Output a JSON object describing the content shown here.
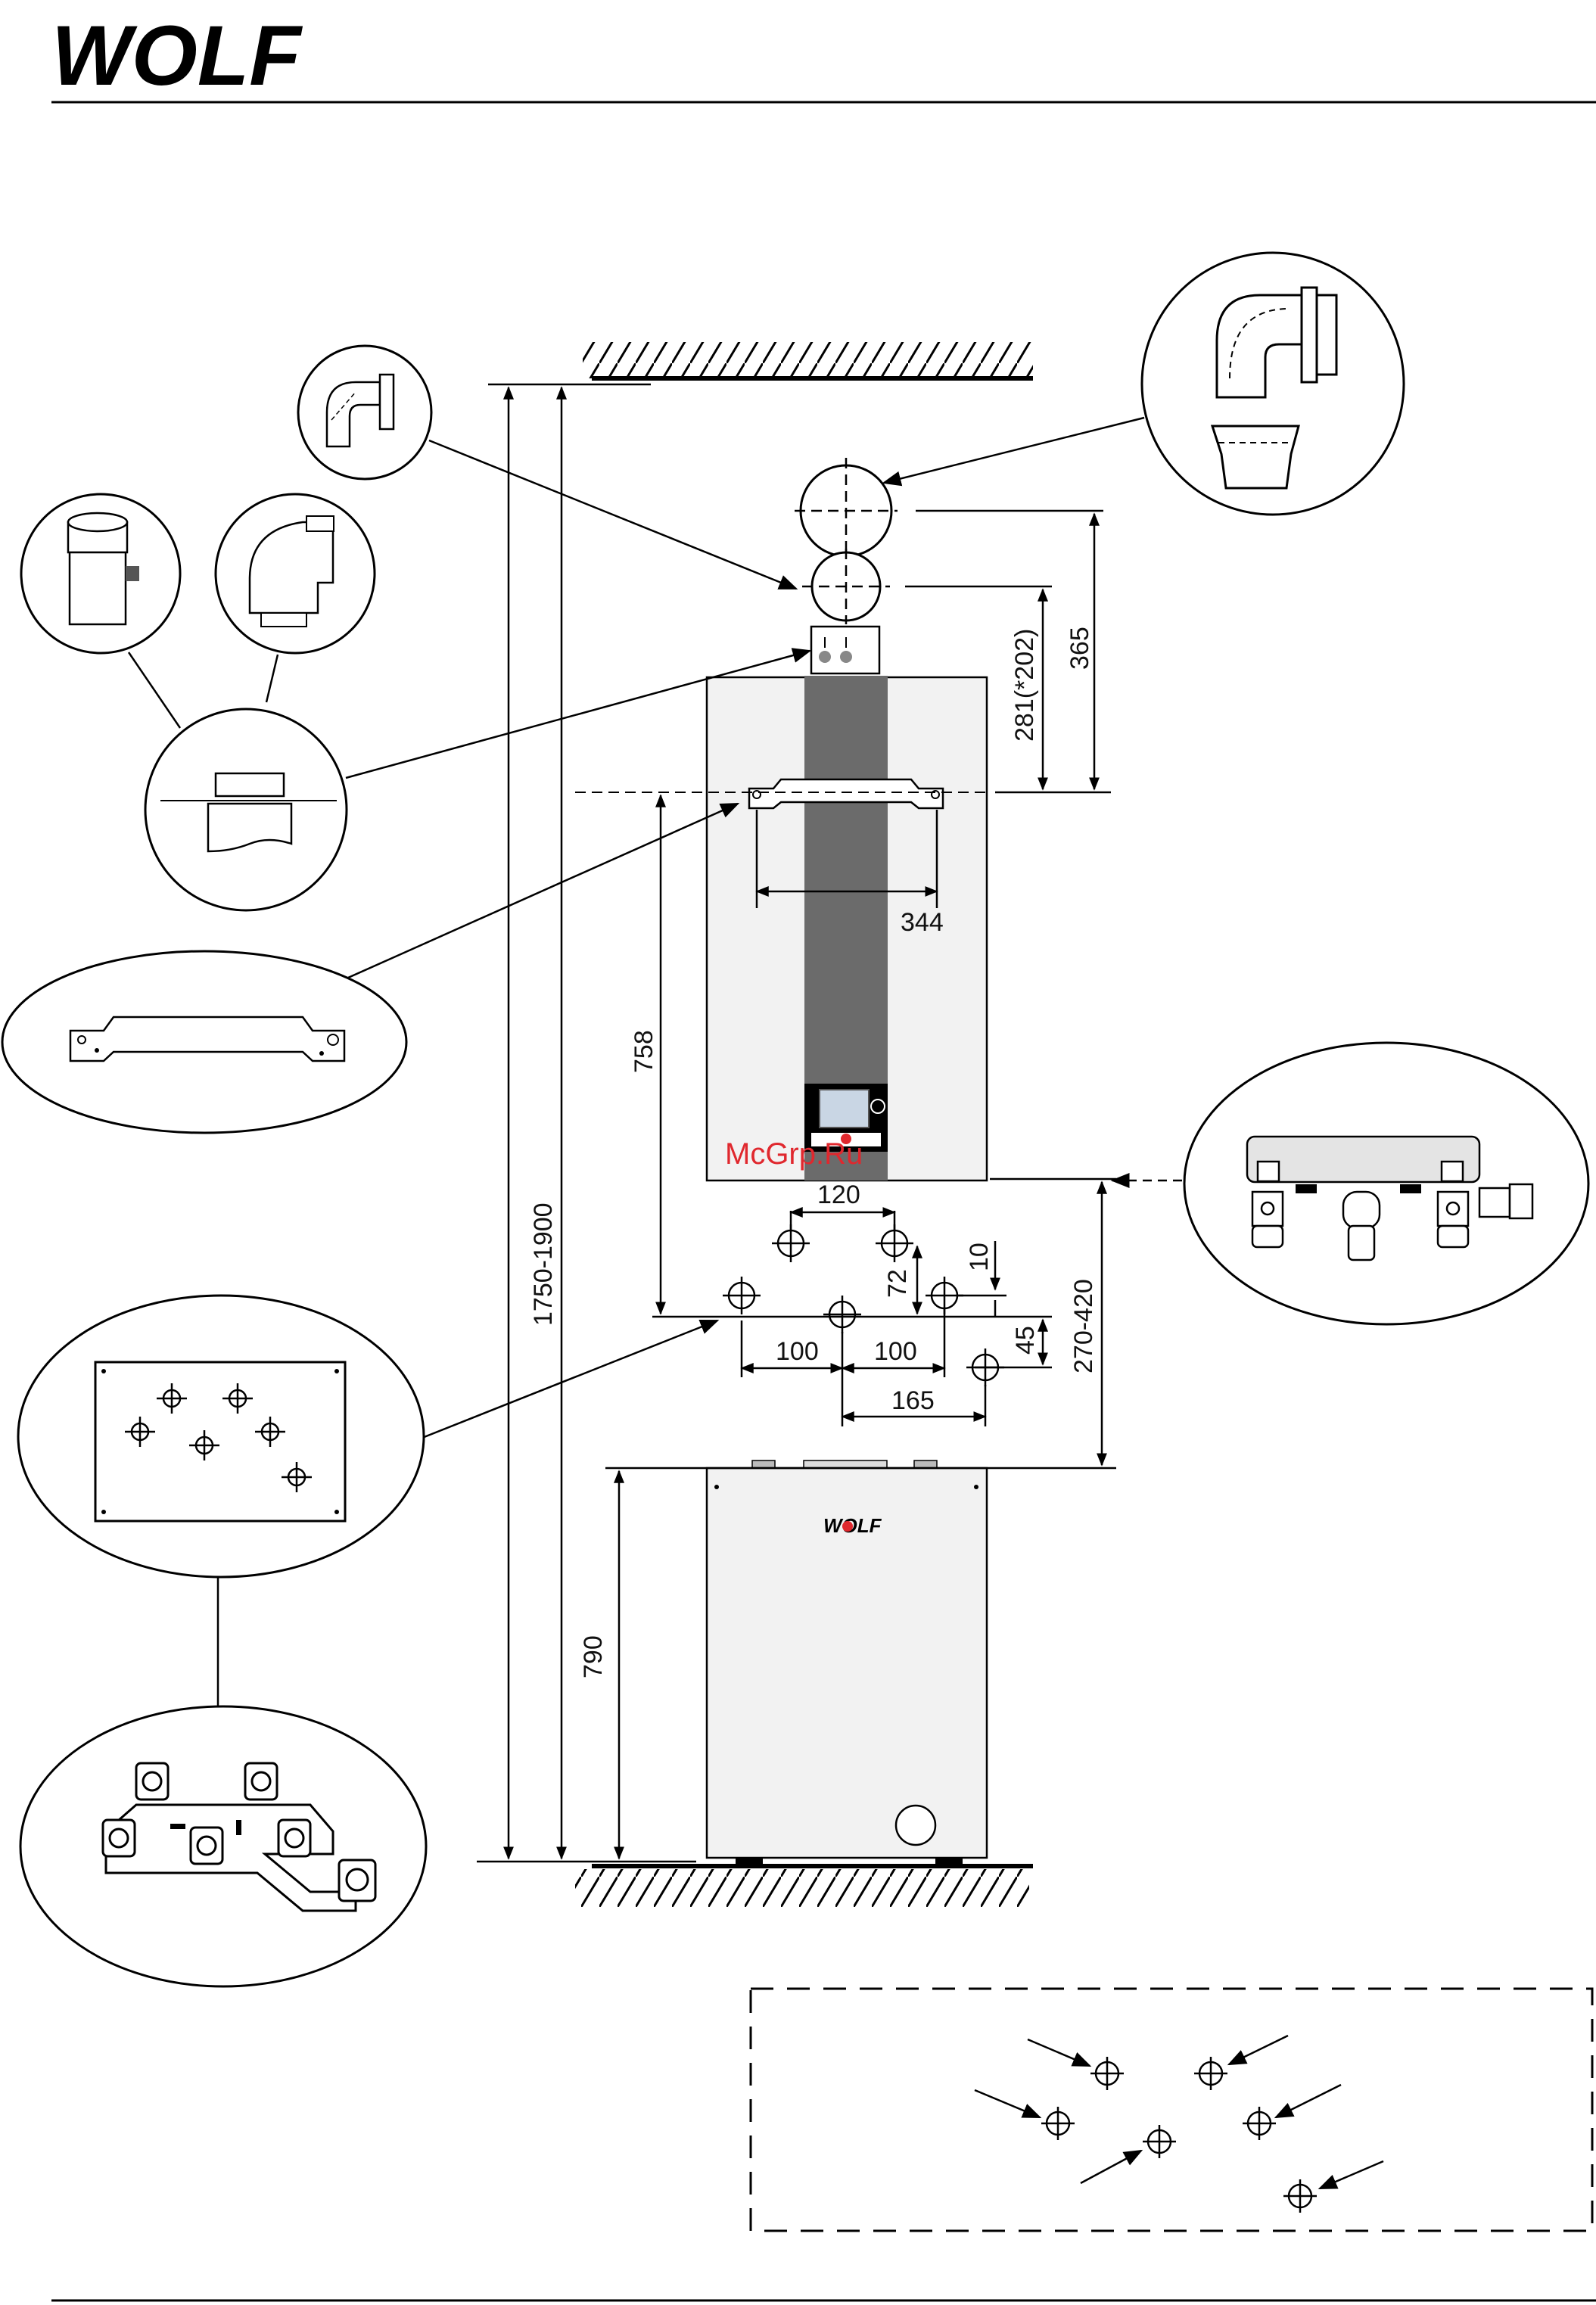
{
  "brand": {
    "logo_text": "WOLF",
    "logo_color": "#000000",
    "accent_color": "#e0282e"
  },
  "watermark": "McGrp.Ru",
  "unit": {
    "body_color": "#f2f2f2",
    "stripe_color": "#6b6b6b"
  },
  "dimensions": {
    "total_height": "1750-1900",
    "wall_to_bracket": "281(*202)",
    "bracket_to_duct": "365",
    "bracket_width": "344",
    "bracket_to_pipes": "758",
    "pipe_spacing_top": "120",
    "pipe_offset_10": "10",
    "pipe_offset_72": "72",
    "pipe_offset_45": "45",
    "pipe_spacing_left": "100",
    "pipe_spacing_right": "100",
    "pipe_spacing_165": "165",
    "gap_to_cylinder": "270-420",
    "cylinder_height": "790"
  }
}
